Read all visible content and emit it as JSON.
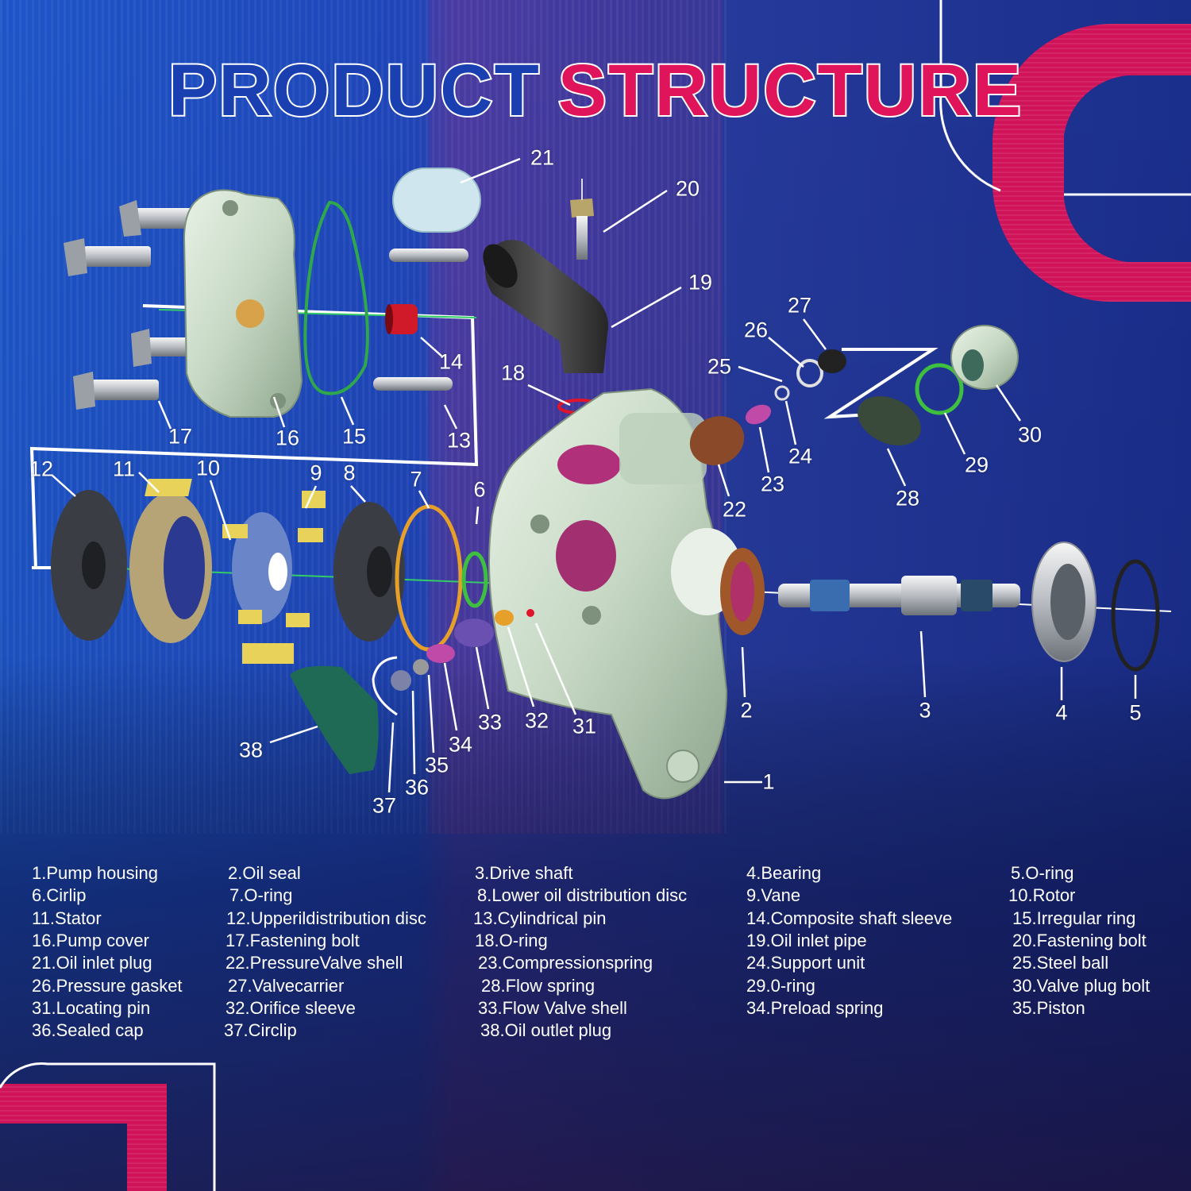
{
  "title": {
    "part1": "PRODUCT",
    "part2": "STRUCTURE"
  },
  "colors": {
    "title_blue": "#1a3fb0",
    "title_pink": "#e0145a",
    "background": "#1b2c8a",
    "part_body": "#cfe0cf"
  },
  "callouts": [
    "1",
    "2",
    "3",
    "4",
    "5",
    "6",
    "7",
    "8",
    "9",
    "10",
    "11",
    "12",
    "13",
    "14",
    "15",
    "16",
    "17",
    "18",
    "19",
    "20",
    "21",
    "22",
    "23",
    "24",
    "25",
    "26",
    "27",
    "28",
    "29",
    "30",
    "31",
    "32",
    "33",
    "34",
    "35",
    "36",
    "37",
    "38"
  ],
  "legend": [
    "1.Pump housing",
    "2.Oil seal",
    "3.Drive shaft",
    "4.Bearing",
    "5.O-ring",
    "6.Cirlip",
    "7.O-ring",
    "8.Lower oil distribution disc",
    "9.Vane",
    "10.Rotor",
    "11.Stator",
    "12.Upperildistribution disc",
    "13.Cylindrical pin",
    "14.Composite shaft sleeve",
    "15.Irregular ring",
    "16.Pump cover",
    "17.Fastening bolt",
    "18.O-ring",
    "19.Oil inlet pipe",
    "20.Fastening bolt",
    "21.Oil inlet plug",
    "22.PressureValve shell",
    "23.Compressionspring",
    "24.Support unit",
    "25.Steel ball",
    "26.Pressure gasket",
    "27.Valvecarrier",
    "28.Flow spring",
    "29.0-ring",
    "30.Valve plug bolt",
    "31.Locating pin",
    "32.Orifice sleeve",
    "33.Flow Valve shell",
    "34.Preload spring",
    "35.Piston",
    "36.Sealed cap",
    "37.Circlip",
    "38.Oil outlet plug"
  ]
}
